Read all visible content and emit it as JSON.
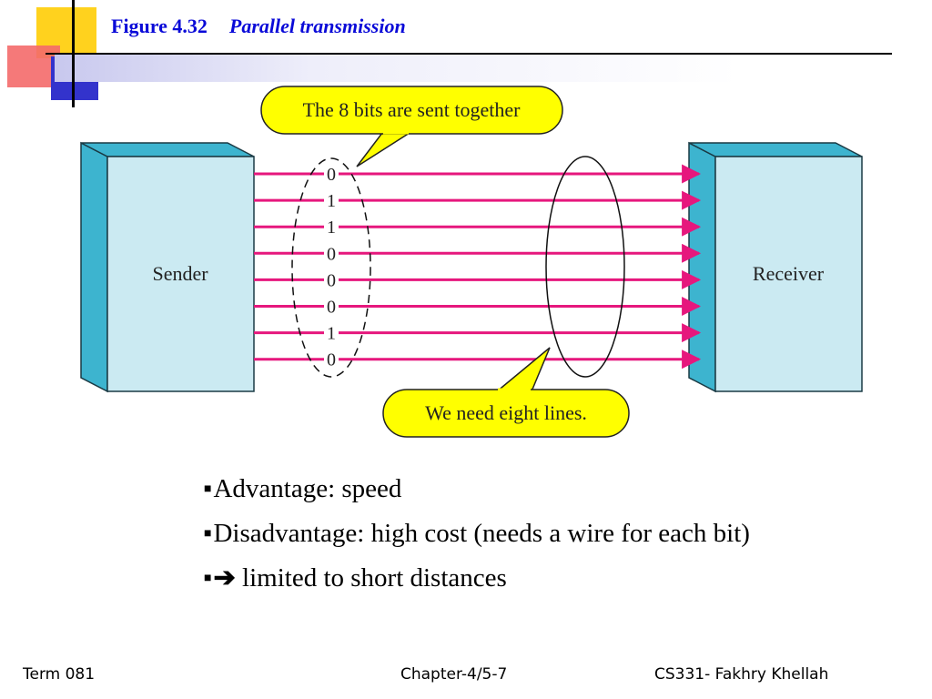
{
  "slide": {
    "figure_number": "Figure 4.32",
    "figure_caption": "Parallel transmission"
  },
  "diagram": {
    "sender_label": "Sender",
    "receiver_label": "Receiver",
    "bits": [
      "0",
      "1",
      "1",
      "0",
      "0",
      "0",
      "1",
      "0"
    ],
    "callout_top": "The 8 bits are sent together",
    "callout_bottom": "We need eight lines.",
    "colors": {
      "box_front": "#cbeaf2",
      "box_side": "#3db4cf",
      "line": "#e6177d",
      "callout_fill": "#ffff00"
    }
  },
  "bullets": {
    "advantage": "Advantage: speed",
    "disadvantage": "Disadvantage: high cost (needs a wire for each bit)",
    "arrow_glyph": "➔",
    "conclusion": "limited to short distances"
  },
  "footer": {
    "left": "Term 081",
    "center": "Chapter-4/5-7",
    "right": "CS331- Fakhry Khellah"
  }
}
